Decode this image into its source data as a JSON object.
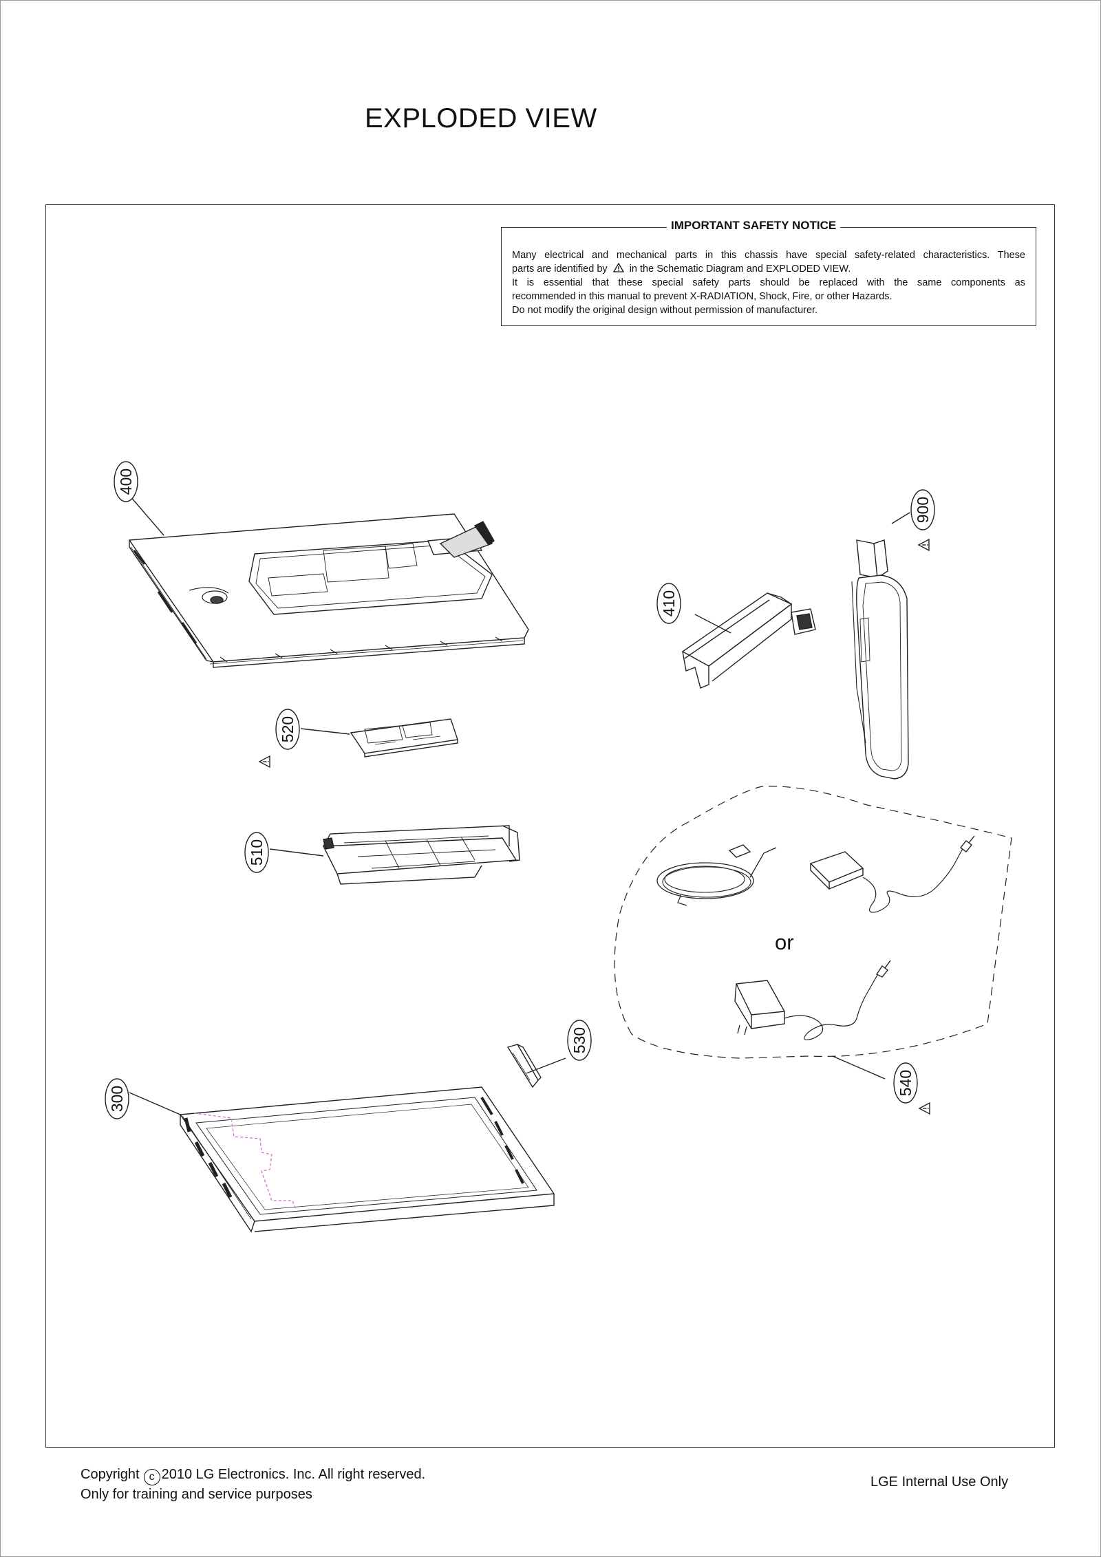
{
  "page": {
    "title": "EXPLODED VIEW"
  },
  "safety_notice": {
    "heading": "IMPORTANT SAFETY NOTICE",
    "line1": "Many electrical and mechanical parts in this chassis have special safety-related characteristics. These",
    "line2_pre": "parts are identified by",
    "line2_post": "in the Schematic Diagram and EXPLODED VIEW.",
    "line3": "It is essential that these special safety parts should be replaced with the same components as",
    "line4": "recommended in this manual to prevent X-RADIATION, Shock, Fire, or other Hazards.",
    "line5": "Do not modify the original design without permission of manufacturer."
  },
  "parts": {
    "p400": "400",
    "p410": "410",
    "p900": "900",
    "p520": "520",
    "p510": "510",
    "p530": "530",
    "p300": "300",
    "p540": "540"
  },
  "alt_label": "or",
  "footer": {
    "copyright_pre": "Copyright",
    "copyright_mark": "c",
    "copyright_post": "2010 LG Electronics. Inc. All right reserved.",
    "line2": "Only for training and service purposes",
    "right": "LGE Internal Use Only"
  },
  "colors": {
    "line": "#222222",
    "ribbon": "#d070c8"
  },
  "icons": [
    "warning-triangle-icon"
  ]
}
